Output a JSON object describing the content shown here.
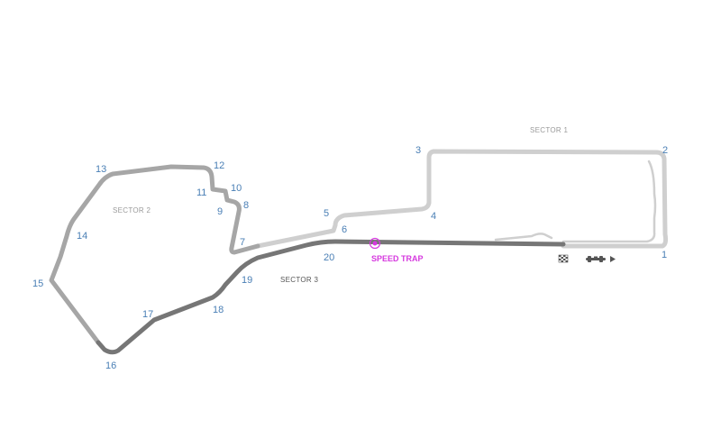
{
  "colors": {
    "sector1": "#cfcfcf",
    "sector2": "#a6a6a6",
    "sector3": "#767676",
    "turn_label": "#4a7fb5",
    "sector_label": "#9a9a9a",
    "sector3_label": "#555555",
    "speed_trap": "#d63adf",
    "flag_icon": "#555555"
  },
  "sectors": [
    {
      "label": "SECTOR 1"
    },
    {
      "label": "SECTOR 2"
    },
    {
      "label": "SECTOR 3"
    }
  ],
  "turns": [
    "1",
    "2",
    "3",
    "4",
    "5",
    "6",
    "7",
    "8",
    "9",
    "10",
    "11",
    "12",
    "13",
    "14",
    "15",
    "16",
    "17",
    "18",
    "19",
    "20"
  ],
  "speed_trap": {
    "label": "SPEED TRAP",
    "icon": "speed-trap-marker"
  },
  "start_finish": {
    "icon": "checkered-flag-icon"
  },
  "direction": {
    "icon": "race-direction-arrow-icon"
  }
}
